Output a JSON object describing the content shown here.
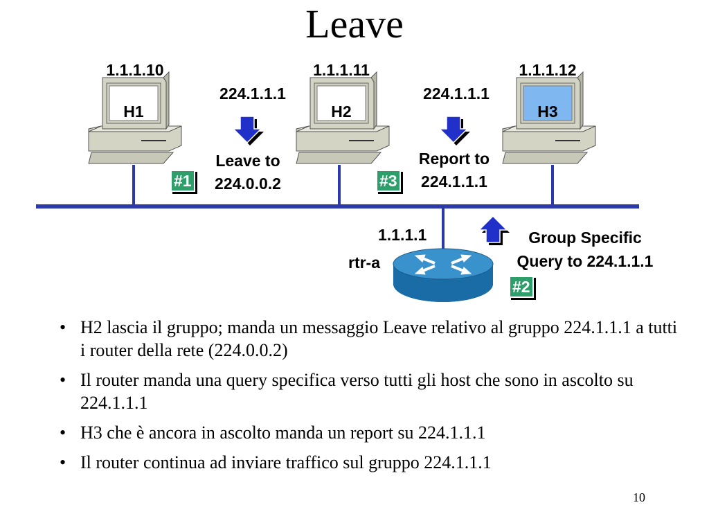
{
  "slide": {
    "title": "Leave",
    "page_number": "10"
  },
  "diagram": {
    "hosts": [
      {
        "name": "H1",
        "ip": "1.1.1.10",
        "highlighted": false
      },
      {
        "name": "H2",
        "ip": "1.1.1.11",
        "highlighted": false
      },
      {
        "name": "H3",
        "ip": "1.1.1.12",
        "highlighted": true
      }
    ],
    "router": {
      "name": "rtr-a",
      "ip": "1.1.1.1"
    },
    "messages": {
      "leave": {
        "group": "224.1.1.1",
        "line1": "Leave to",
        "line2": "224.0.0.2",
        "step": "#1"
      },
      "report": {
        "group": "224.1.1.1",
        "line1": "Report to",
        "line2": "224.1.1.1",
        "step": "#3"
      },
      "query": {
        "line1": "Group Specific",
        "line2": "Query to 224.1.1.1",
        "step": "#2"
      }
    },
    "colors": {
      "ethernet": "#2b3aa8",
      "arrow": "#2030c8",
      "router": "#1e78b4",
      "step_tag": "#2e9e6a",
      "host_screen_h3": "#7fb8f0"
    }
  },
  "bullets": [
    "H2 lascia il gruppo; manda un messaggio Leave relativo al gruppo 224.1.1.1 a tutti i router della rete (224.0.0.2)",
    "Il router manda una query specifica verso tutti gli host che sono in ascolto su 224.1.1.1",
    "H3 che è ancora in ascolto manda un report su 224.1.1.1",
    "Il router continua ad inviare traffico sul gruppo 224.1.1.1"
  ]
}
